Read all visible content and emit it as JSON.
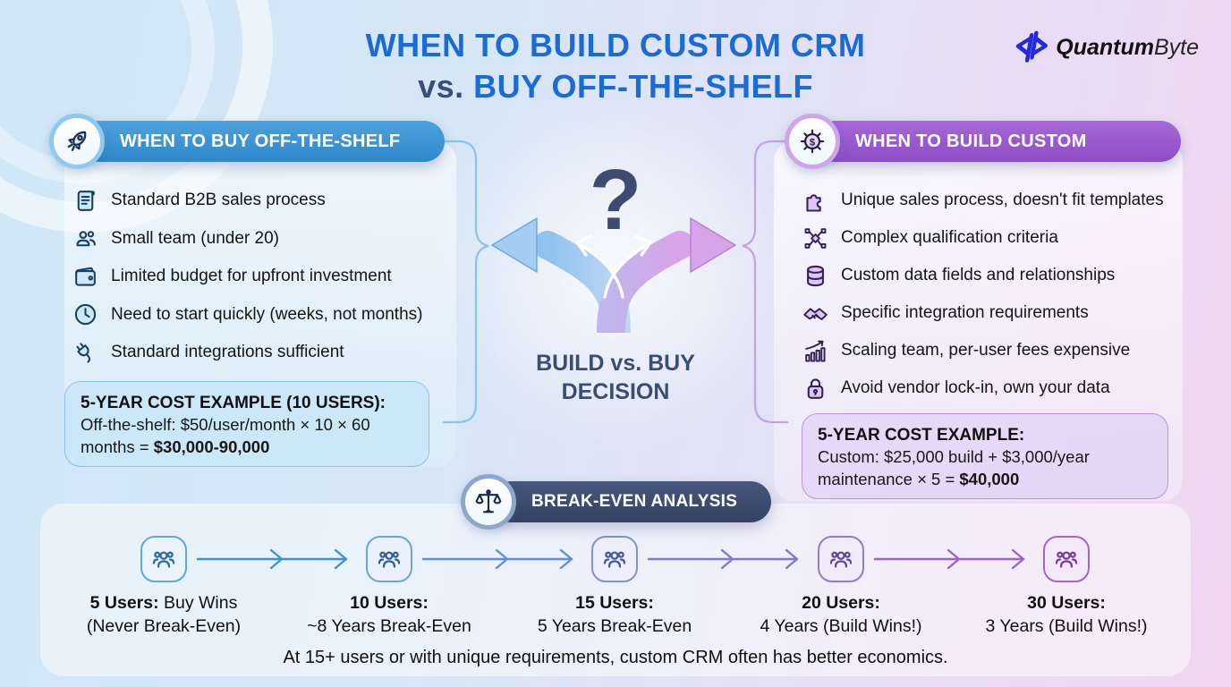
{
  "page": {
    "title_line1": "WHEN TO BUILD CUSTOM CRM",
    "title_vs": "vs. ",
    "title_line2": "BUY OFF-THE-SHELF"
  },
  "logo": {
    "icon": "quantumbyte-logo-icon",
    "name_bold": "Quantum",
    "name_light": "Byte"
  },
  "buy_panel": {
    "header": "WHEN TO BUY OFF-THE-SHELF",
    "header_icon": "rocket-icon",
    "items": [
      {
        "icon": "scroll-icon",
        "text": "Standard B2B sales process"
      },
      {
        "icon": "team-icon",
        "text": "Small team (under 20)"
      },
      {
        "icon": "wallet-icon",
        "text": "Limited budget for upfront investment"
      },
      {
        "icon": "clock-icon",
        "text": "Need to start quickly (weeks, not months)"
      },
      {
        "icon": "plug-icon",
        "text": "Standard integrations sufficient"
      }
    ],
    "cost_title": "5-YEAR COST EXAMPLE (10 USERS):",
    "cost_body": "Off-the-shelf: $50/user/month × 10 × 60 months = ",
    "cost_amount": "$30,000-90,000"
  },
  "build_panel": {
    "header": "WHEN TO BUILD CUSTOM",
    "header_icon": "gear-dollar-icon",
    "items": [
      {
        "icon": "puzzle-icon",
        "text": "Unique sales process, doesn't fit templates"
      },
      {
        "icon": "flow-icon",
        "text": "Complex qualification criteria"
      },
      {
        "icon": "database-icon",
        "text": "Custom data fields and relationships"
      },
      {
        "icon": "handshake-icon",
        "text": "Specific integration requirements"
      },
      {
        "icon": "growth-chart-icon",
        "text": "Scaling team, per-user fees expensive"
      },
      {
        "icon": "lock-icon",
        "text": "Avoid vendor lock-in, own your data"
      }
    ],
    "cost_title": "5-YEAR COST EXAMPLE:",
    "cost_body": "Custom: $25,000 build + $3,000/year maintenance × 5 = ",
    "cost_amount": "$40,000"
  },
  "center": {
    "question_mark": "?",
    "decision_line1": "BUILD vs. BUY",
    "decision_line2": "DECISION"
  },
  "breakeven": {
    "header": "BREAK-EVEN ANALYSIS",
    "header_icon": "scale-icon",
    "nodes": [
      {
        "icon": "users-group-icon",
        "line1_bold": "5 Users:",
        "line1_rest": " Buy Wins",
        "line2": "(Never Break-Even)"
      },
      {
        "icon": "users-group-icon",
        "line1_bold": "10 Users:",
        "line1_rest": "",
        "line2": "~8 Years Break-Even"
      },
      {
        "icon": "users-group-icon",
        "line1_bold": "15 Users:",
        "line1_rest": "",
        "line2": "5 Years Break-Even"
      },
      {
        "icon": "users-group-icon",
        "line1_bold": "20 Users:",
        "line1_rest": "",
        "line2": "4 Years (Build Wins!)"
      },
      {
        "icon": "users-group-icon",
        "line1_bold": "30 Users:",
        "line1_rest": "",
        "line2": "3 Years (Build Wins!)"
      }
    ],
    "footnote": "At 15+ users or with unique requirements, custom CRM often has better economics."
  },
  "colors": {
    "title_blue": "#1a6bd3",
    "slate": "#3a4e75",
    "buy_blue": "#3b94d4",
    "build_purple": "#9b59ce",
    "breakeven_navy": "#3e4e73",
    "logo_blue": "#2629d8",
    "background_left": "#cfe7f7",
    "background_right": "#efd8f3"
  }
}
